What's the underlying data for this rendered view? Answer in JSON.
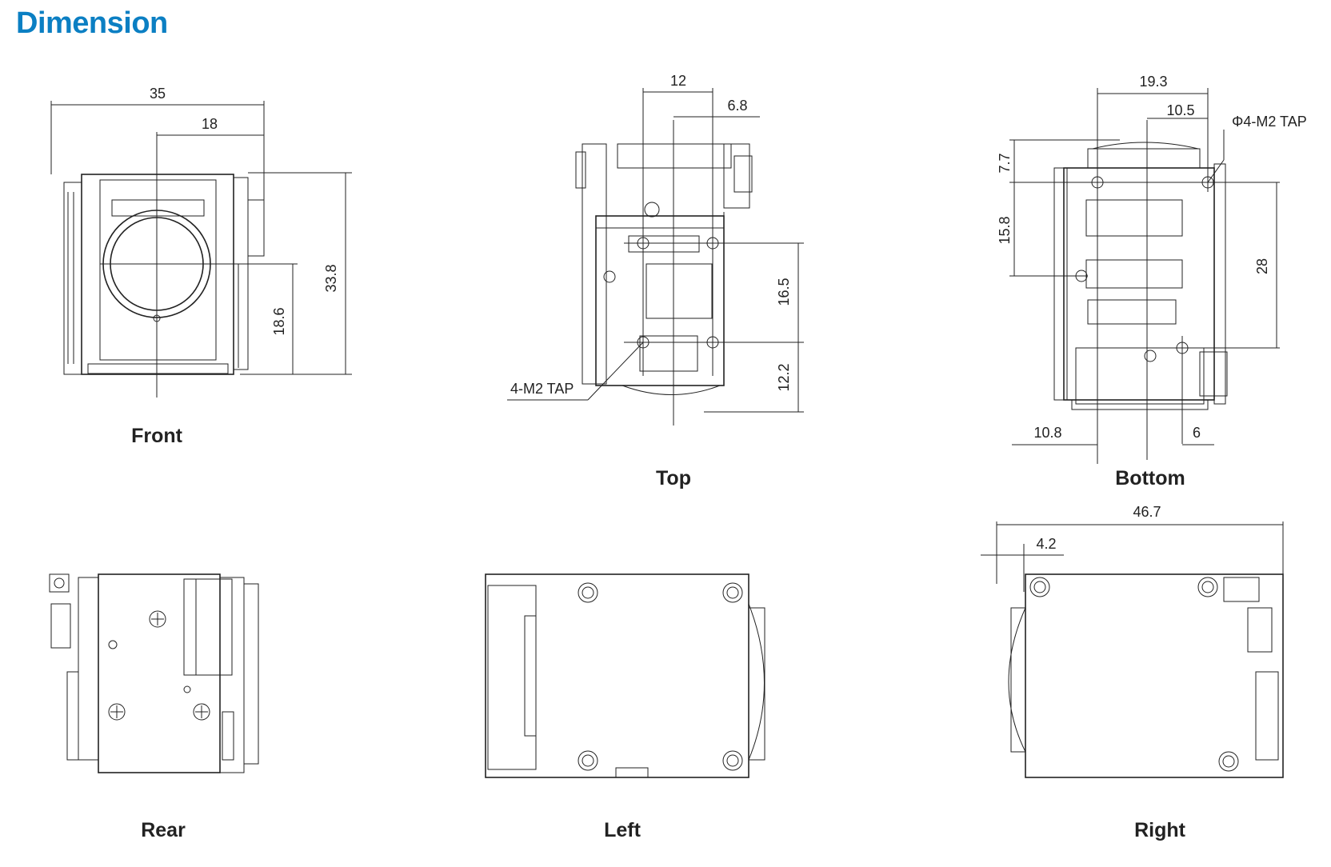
{
  "title": "Dimension",
  "views": {
    "front": "Front",
    "top": "Top",
    "bottom": "Bottom",
    "rear": "Rear",
    "left": "Left",
    "right": "Right"
  },
  "front": {
    "width": "35",
    "offset": "18",
    "height": "33.8",
    "axis_height": "18.6"
  },
  "top": {
    "width": "12",
    "offset": "6.8",
    "spacing": "16.5",
    "base": "12.2",
    "tap": "4-M2 TAP"
  },
  "bottom": {
    "width": "19.3",
    "offset": "10.5",
    "tap": "Φ4-M2 TAP",
    "top_gap": "7.7",
    "spacing": "15.8",
    "height": "28",
    "left_offset": "10.8",
    "right_offset": "6"
  },
  "right": {
    "length": "46.7",
    "offset": "4.2"
  },
  "colors": {
    "title": "#0b7fc3",
    "line": "#222222"
  }
}
